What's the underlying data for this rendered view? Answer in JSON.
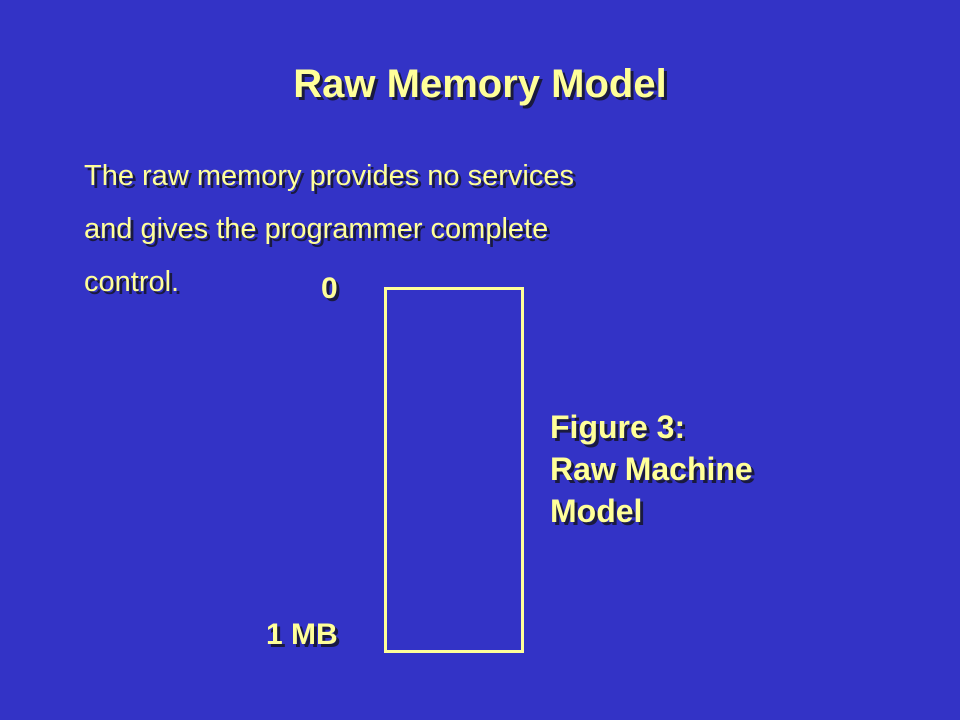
{
  "slide": {
    "title": "Raw Memory Model",
    "body_lines": [
      "The raw memory provides no services",
      "and gives the programmer complete",
      "control."
    ]
  },
  "diagram": {
    "top_address_label": "0",
    "bottom_address_label": "1 MB",
    "caption_lines": [
      "Figure 3:",
      "Raw Machine",
      "Model"
    ]
  },
  "colors": {
    "background": "#3333c6",
    "text": "#ffff99",
    "shadow": "#1a1a40"
  }
}
